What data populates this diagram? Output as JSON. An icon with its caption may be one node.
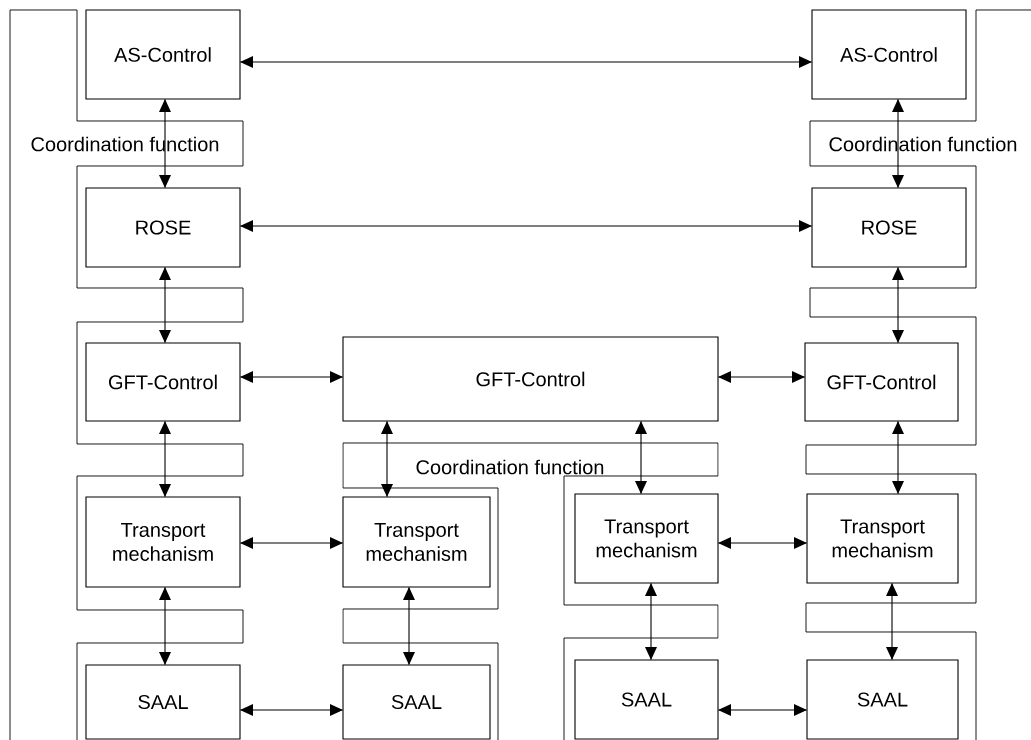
{
  "diagram": {
    "nodes": [
      {
        "text": [
          "AS-Control"
        ]
      },
      {
        "text": [
          "AS-Control"
        ]
      },
      {
        "text": [
          "Coordination function"
        ]
      },
      {
        "text": [
          "Coordination function"
        ]
      },
      {
        "text": [
          "ROSE"
        ]
      },
      {
        "text": [
          "ROSE"
        ]
      },
      {
        "text": [
          "GFT-Control"
        ]
      },
      {
        "text": [
          "GFT-Control"
        ]
      },
      {
        "text": [
          "GFT-Control"
        ]
      },
      {
        "text": [
          "Coordination function"
        ]
      },
      {
        "text": [
          "Transport mechanism"
        ]
      },
      {
        "text": [
          "Transport mechanism"
        ]
      },
      {
        "text": [
          "Transport mechanism"
        ]
      },
      {
        "text": [
          "Transport mechanism"
        ]
      },
      {
        "text": [
          "SAAL"
        ]
      },
      {
        "text": [
          "SAAL"
        ]
      },
      {
        "text": [
          "SAAL"
        ]
      },
      {
        "text": [
          "SAAL"
        ]
      }
    ],
    "edges": [
      {
        "from": 0,
        "to": 1,
        "arrow": "both"
      },
      {
        "from": 0,
        "to": 4,
        "arrow": "both"
      },
      {
        "from": 1,
        "to": 5,
        "arrow": "both"
      },
      {
        "from": 4,
        "to": 5,
        "arrow": "both"
      },
      {
        "from": 4,
        "to": 6,
        "arrow": "both"
      },
      {
        "from": 5,
        "to": 8,
        "arrow": "both"
      },
      {
        "from": 6,
        "to": 7,
        "arrow": "both"
      },
      {
        "from": 7,
        "to": 8,
        "arrow": "both"
      },
      {
        "from": 6,
        "to": 10,
        "arrow": "both"
      },
      {
        "from": 7,
        "to": 11,
        "arrow": "both"
      },
      {
        "from": 7,
        "to": 12,
        "arrow": "both"
      },
      {
        "from": 8,
        "to": 13,
        "arrow": "both"
      },
      {
        "from": 10,
        "to": 11,
        "arrow": "both"
      },
      {
        "from": 12,
        "to": 13,
        "arrow": "both"
      },
      {
        "from": 10,
        "to": 14,
        "arrow": "both"
      },
      {
        "from": 11,
        "to": 15,
        "arrow": "both"
      },
      {
        "from": 12,
        "to": 16,
        "arrow": "both"
      },
      {
        "from": 13,
        "to": 17,
        "arrow": "both"
      },
      {
        "from": 14,
        "to": 15,
        "arrow": "both"
      },
      {
        "from": 16,
        "to": 17,
        "arrow": "both"
      }
    ]
  }
}
